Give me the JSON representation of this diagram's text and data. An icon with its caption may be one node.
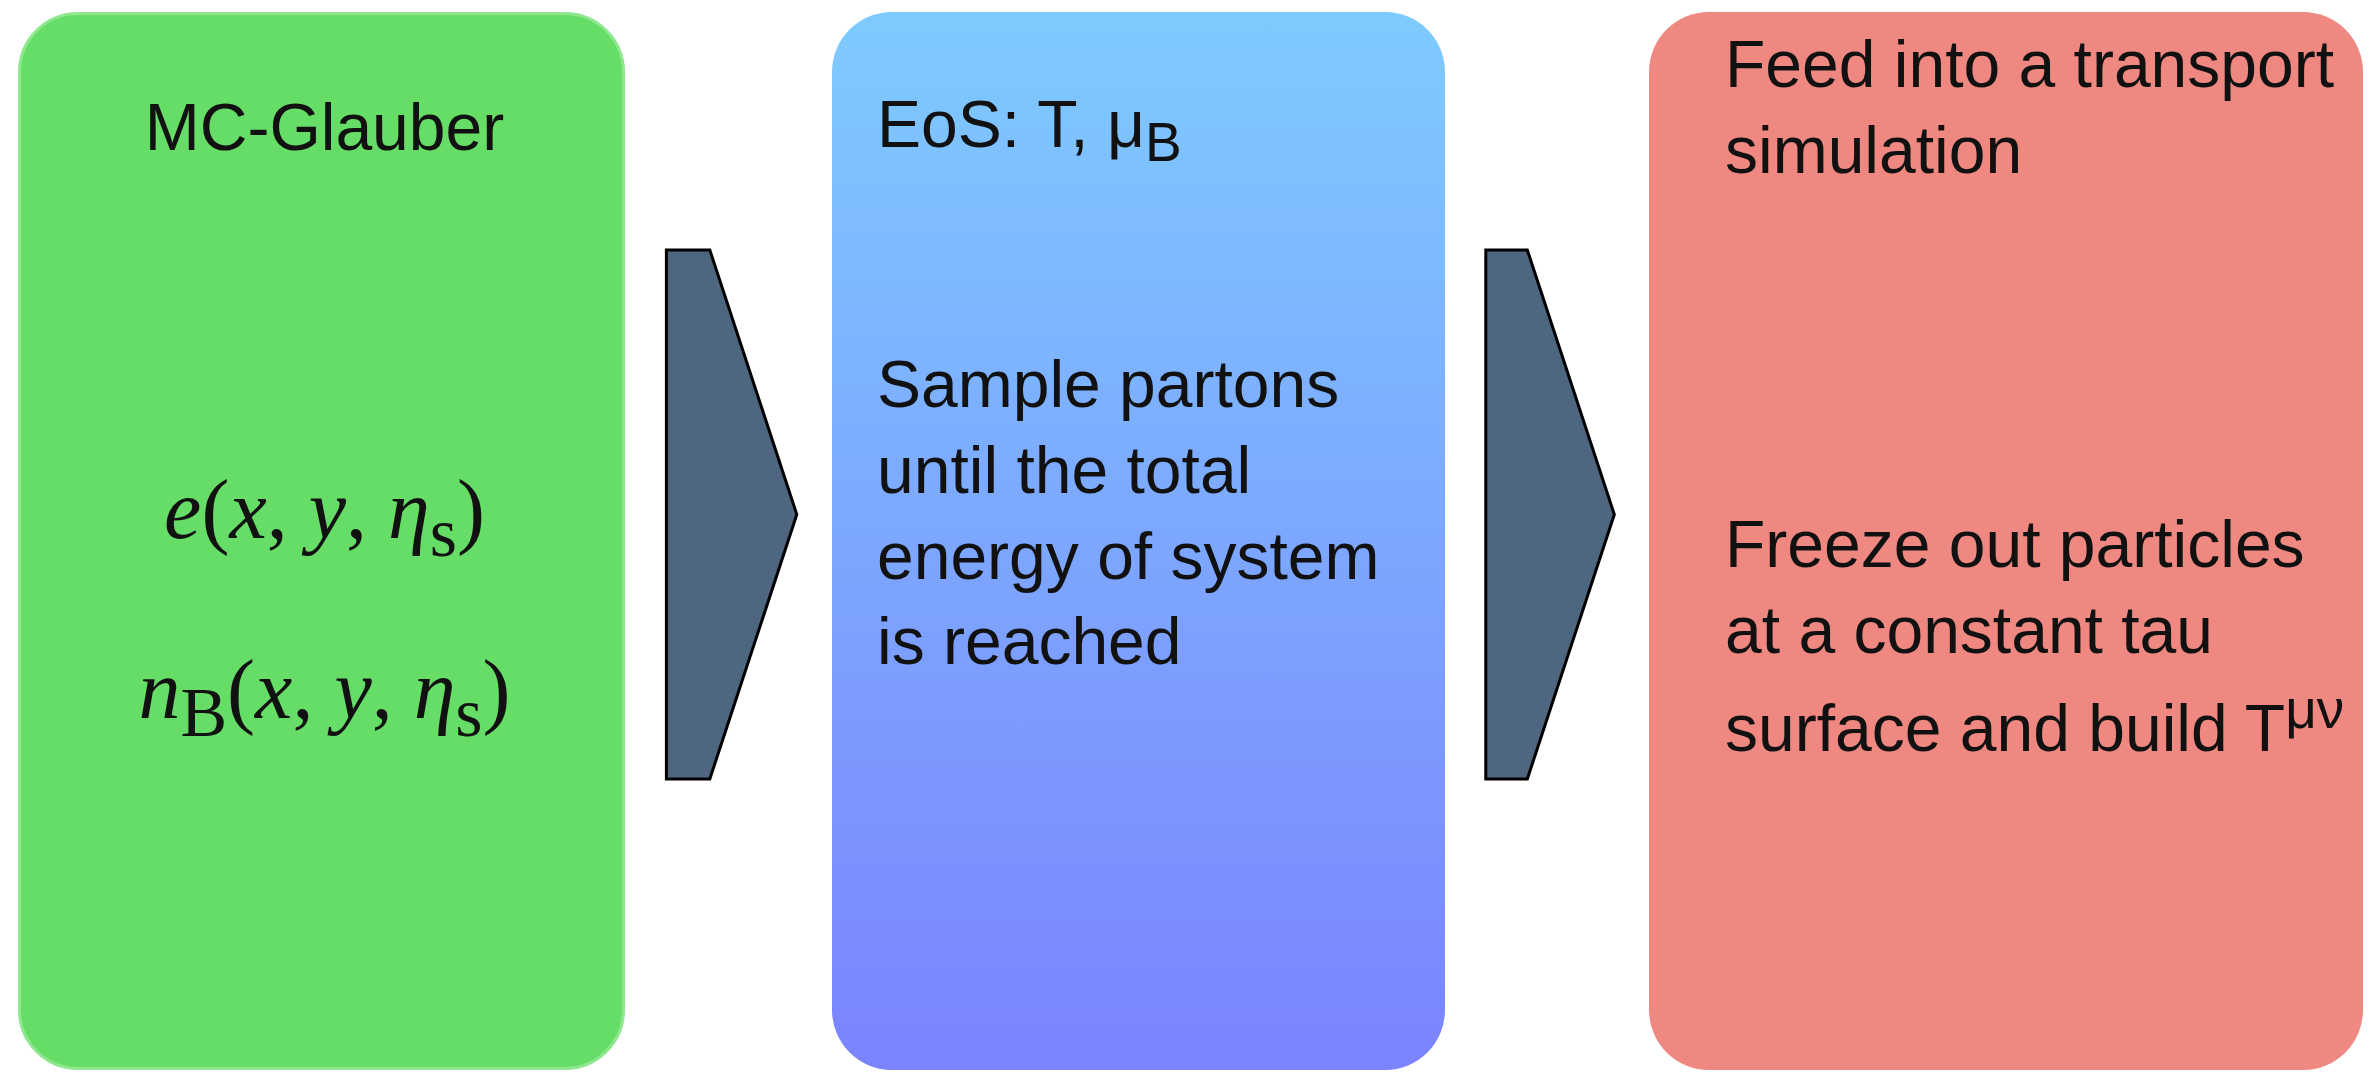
{
  "diagram": {
    "nodes": [
      {
        "text": [
          "MC-Glauber",
          "*e*(*x*, *y*, *η*$_{s}$)",
          "*n*$_{B}$(*x*, *y*, *η*$_{s}$)"
        ]
      },
      {
        "text": [
          "EoS: T, μ$_{B}$",
          "Sample partons until the total energy of system is reached"
        ]
      },
      {
        "text": [
          "Feed into a transport simulation",
          "Freeze out particles at a constant tau surface and build T$^{μν}$"
        ]
      }
    ],
    "edges": [
      {
        "from": 0,
        "to": 1,
        "arrow": "to"
      },
      {
        "from": 1,
        "to": 2,
        "arrow": "to"
      }
    ]
  }
}
